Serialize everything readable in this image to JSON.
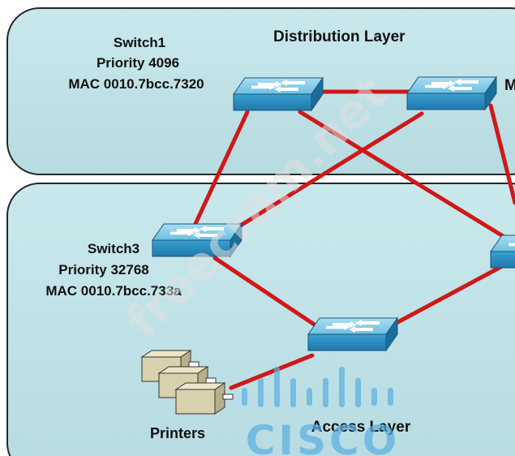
{
  "layers": {
    "distribution": "Distribution Layer",
    "access": "Access Layer"
  },
  "switch1": {
    "name": "Switch1",
    "priority": "Priority 4096",
    "mac": "MAC 0010.7bcc.7320"
  },
  "switch2": {
    "label_partial": "M"
  },
  "switch3": {
    "name": "Switch3",
    "priority": "Priority 32768",
    "mac": "MAC 0010.7bcc.733a"
  },
  "printers": {
    "label": "Printers"
  },
  "watermark": {
    "text": "freecram.net",
    "logo_text": "CISCO"
  },
  "colors": {
    "zone_fill": "#bfe1e6",
    "zone_stroke": "#262626",
    "link": "#d01818",
    "switch_top": "#8fd0ea",
    "switch_front": "#2a8dc0",
    "switch_side": "#1b6e9a"
  }
}
